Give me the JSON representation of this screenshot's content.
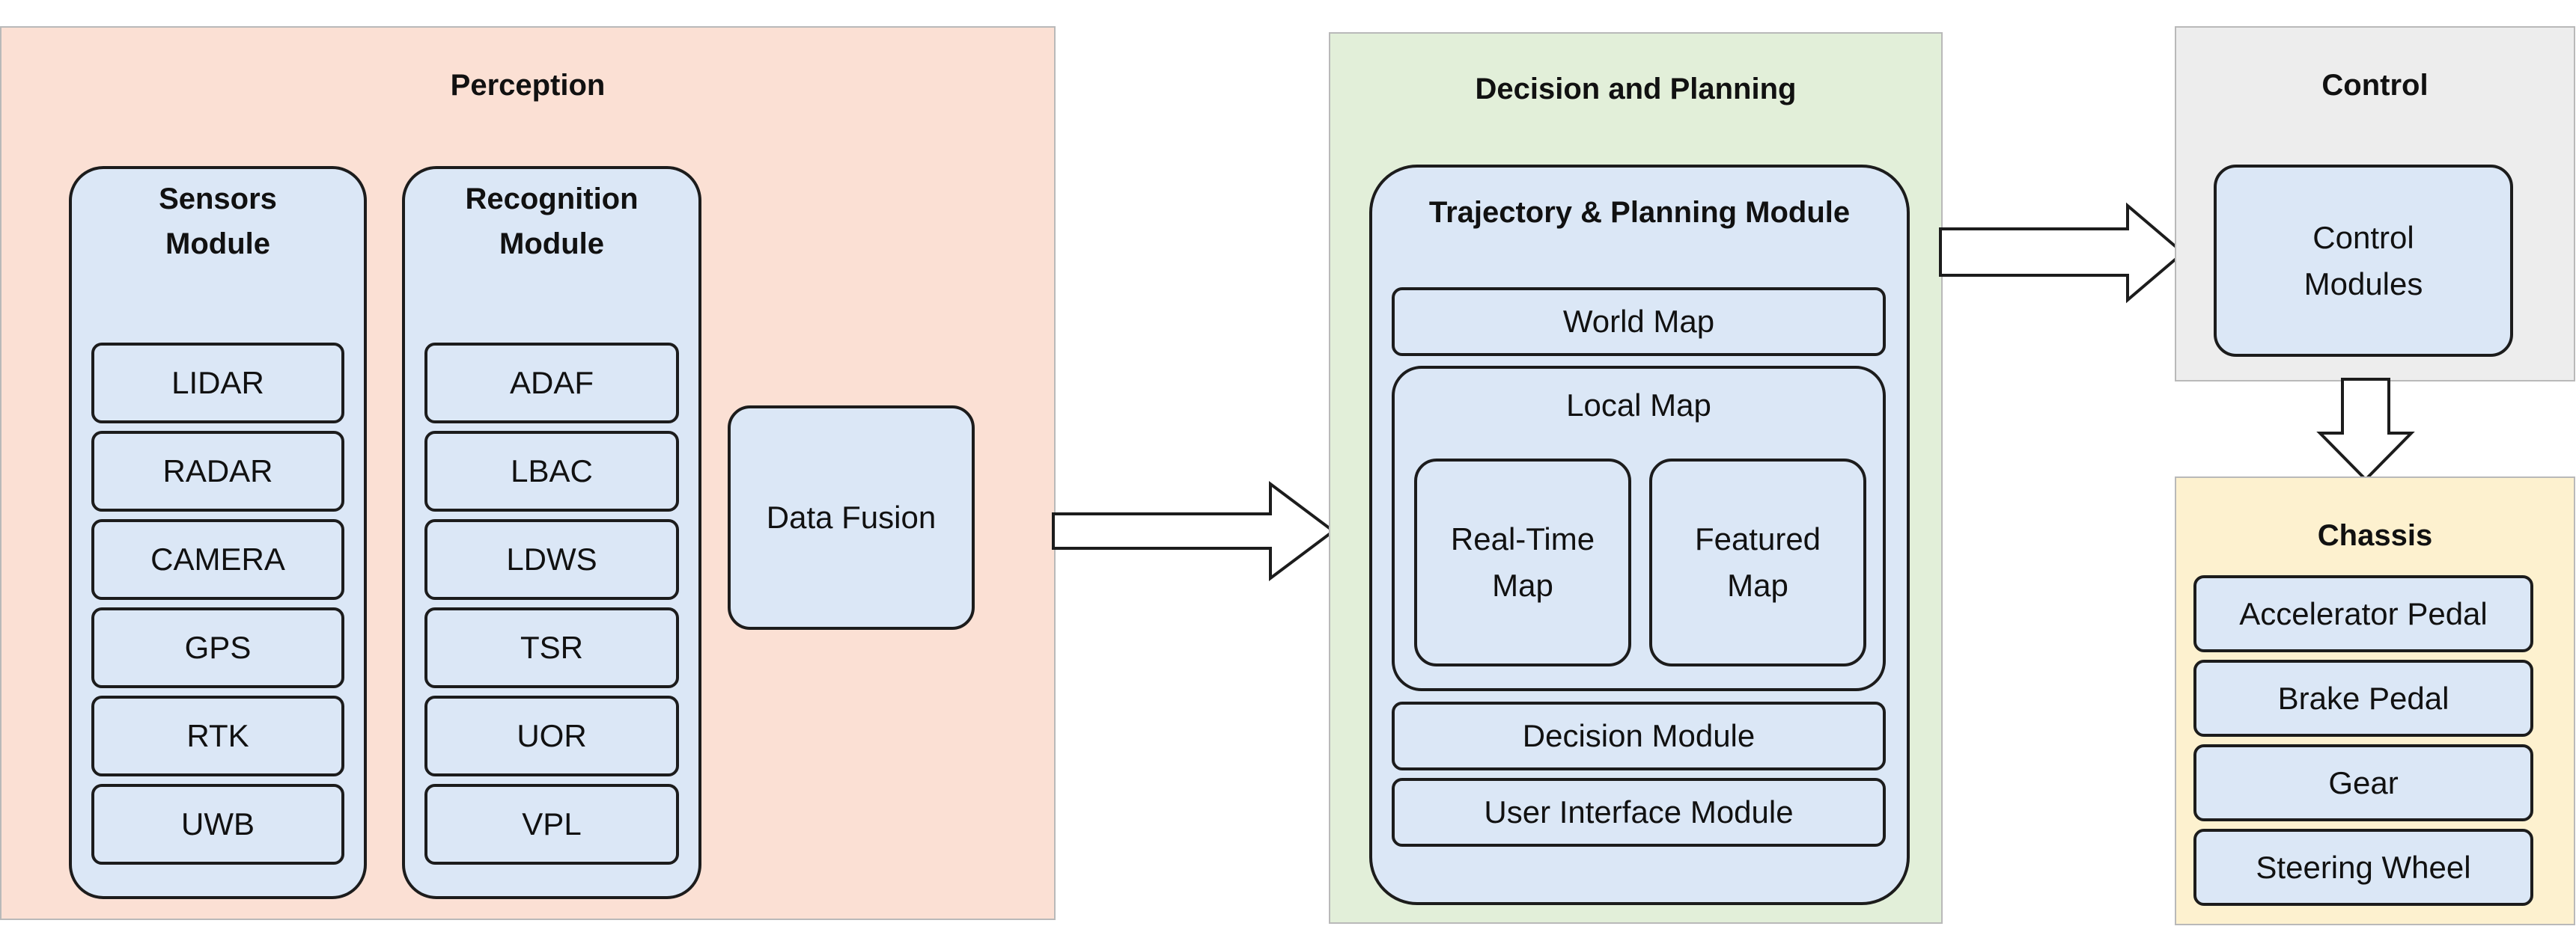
{
  "perception": {
    "title": "Perception",
    "sensors_module": {
      "title": "Sensors\nModule",
      "items": [
        "LIDAR",
        "RADAR",
        "CAMERA",
        "GPS",
        "RTK",
        "UWB"
      ]
    },
    "recognition_module": {
      "title": "Recognition\nModule",
      "items": [
        "ADAF",
        "LBAC",
        "LDWS",
        "TSR",
        "UOR",
        "VPL"
      ]
    },
    "data_fusion": "Data Fusion"
  },
  "decision_planning": {
    "title": "Decision and Planning",
    "trajectory_module": {
      "title": "Trajectory & Planning Module",
      "world_map": "World Map",
      "local_map": {
        "title": "Local Map",
        "real_time_map": "Real-Time\nMap",
        "featured_map": "Featured\nMap"
      },
      "decision_module": "Decision Module",
      "user_interface_module": "User Interface Module"
    }
  },
  "control": {
    "title": "Control",
    "control_modules": "Control\nModules"
  },
  "chassis": {
    "title": "Chassis",
    "items": [
      "Accelerator Pedal",
      "Brake Pedal",
      "Gear",
      "Steering Wheel"
    ]
  },
  "colors": {
    "perception_bg": "#fbe0d4",
    "decision_bg": "#e2efd9",
    "control_bg": "#ededed",
    "chassis_bg": "#fdf1cf",
    "box_fill": "#dbe7f6",
    "outline": "#1c1c1c"
  }
}
